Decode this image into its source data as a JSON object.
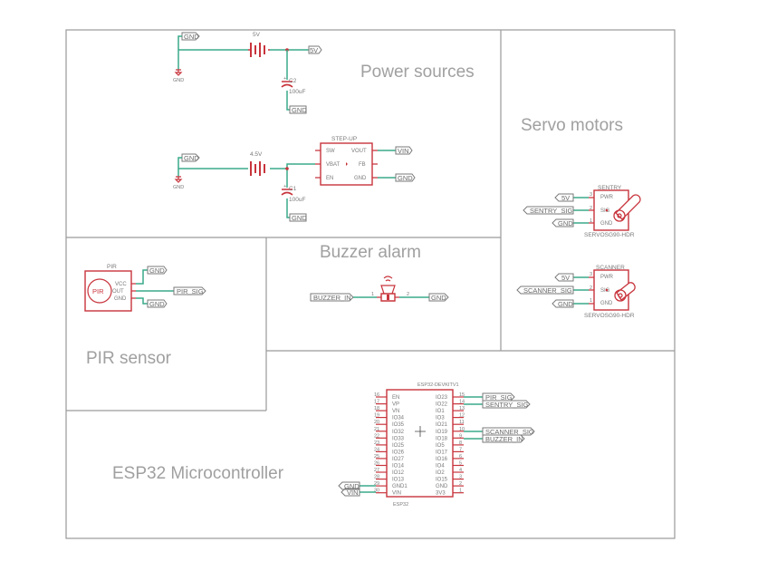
{
  "sections": {
    "power": "Power sources",
    "servo": "Servo motors",
    "buzzer": "Buzzer alarm",
    "pir": "PIR sensor",
    "esp32": "ESP32 Microcontroller"
  },
  "power": {
    "battery1_value": "5V",
    "battery2_value": "4.5V",
    "cap1_name": "C2",
    "cap1_value": "100uF",
    "cap2_name": "C1",
    "cap2_value": "100uF",
    "stepup_title": "STEP-UP",
    "stepup_pins_left": [
      "SW",
      "VBAT",
      "EN"
    ],
    "stepup_pins_right": [
      "VOUT",
      "FB",
      "GND"
    ],
    "labels": {
      "gnd": "GND",
      "v5": "5V",
      "vin": "VIN"
    }
  },
  "pir": {
    "title": "PIR",
    "circle_text": "PIR",
    "pins": [
      "VCC",
      "OUT",
      "GND"
    ],
    "sig": "PIR_SIG",
    "gnd": "GND"
  },
  "buzzer": {
    "net": "BUZZER_IN",
    "gnd": "GND",
    "pin1": "1",
    "pin2": "2"
  },
  "servos": [
    {
      "name": "SENTRY",
      "part": "SERVOSG90-HDR",
      "pins": [
        "PWR",
        "SIG",
        "GND"
      ],
      "v": "5V",
      "sig": "SENTRY_SIG",
      "gnd": "GND"
    },
    {
      "name": "SCANNER",
      "part": "SERVOSG90-HDR",
      "pins": [
        "PWR",
        "SIG",
        "GND"
      ],
      "v": "5V",
      "sig": "SCANNER_SIG",
      "gnd": "GND"
    }
  ],
  "esp32": {
    "title": "ESP32-DEVKITV1",
    "bottom": "ESP32",
    "left_pins": [
      "EN",
      "VP",
      "VN",
      "IO34",
      "IO35",
      "IO32",
      "IO33",
      "IO25",
      "IO26",
      "IO27",
      "IO14",
      "IO12",
      "IO13",
      "GND1",
      "VIN"
    ],
    "left_nums": [
      "16",
      "17",
      "18",
      "19",
      "20",
      "21",
      "22",
      "23",
      "24",
      "25",
      "26",
      "27",
      "28",
      "29",
      "30"
    ],
    "right_pins": [
      "IO23",
      "IO22",
      "IO1",
      "IO3",
      "IO21",
      "IO19",
      "IO18",
      "IO5",
      "IO17",
      "IO16",
      "IO4",
      "IO2",
      "IO15",
      "GND",
      "3V3"
    ],
    "right_nums": [
      "15",
      "14",
      "13",
      "12",
      "11",
      "10",
      "9",
      "8",
      "7",
      "6",
      "5",
      "4",
      "3",
      "2",
      "1"
    ],
    "net_labels": {
      "pir": "PIR_SIG",
      "sentry": "SENTRY_SIG",
      "scanner": "SCANNER_SIG",
      "buzzer": "BUZZER_IN",
      "gnd": "GND",
      "vin": "VIN"
    }
  },
  "colors": {
    "wire": "#3aaa8a",
    "part": "#c8343c",
    "frame": "#9a9a9a"
  }
}
